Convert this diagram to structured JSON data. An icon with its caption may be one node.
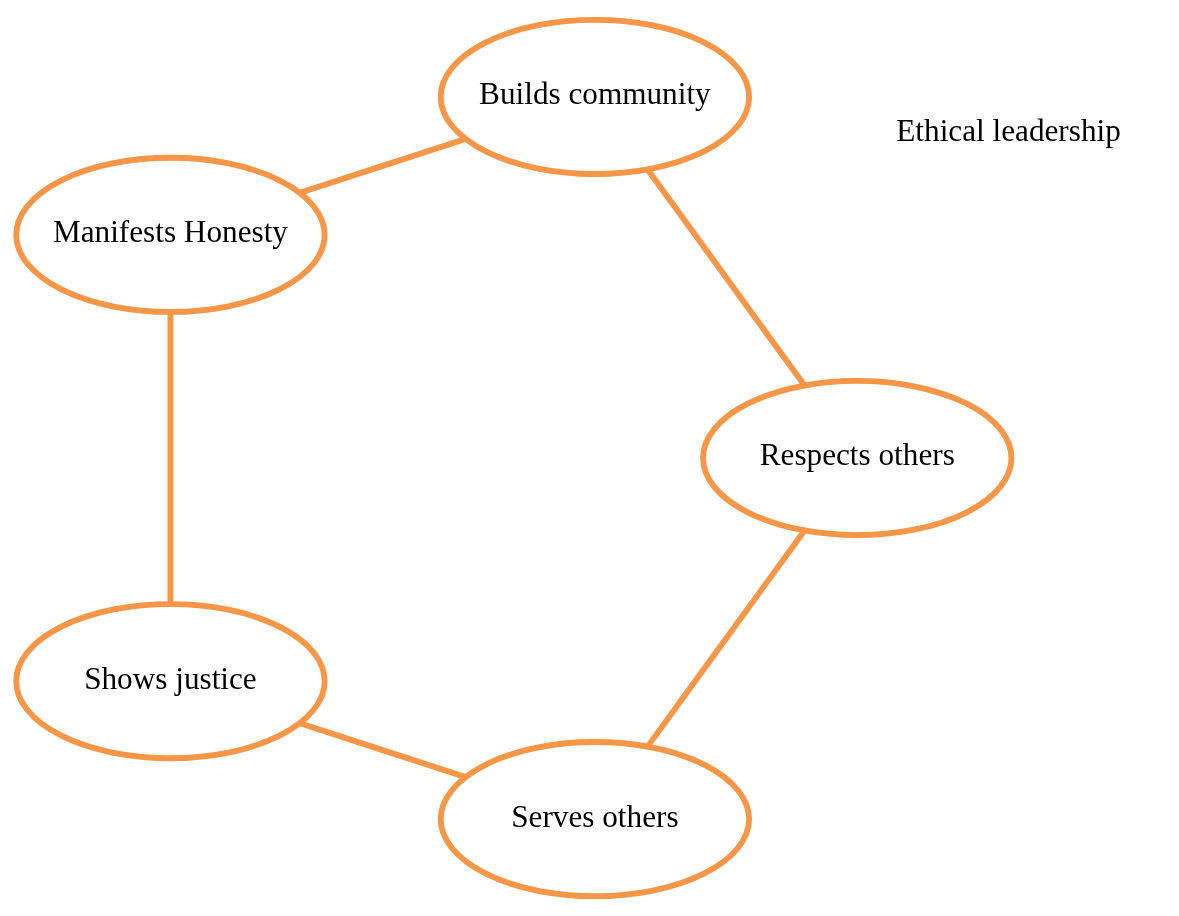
{
  "diagram": {
    "nodes": [
      {
        "text": [
          "Serves others"
        ]
      },
      {
        "text": [
          "Shows justice"
        ]
      },
      {
        "text": [
          "Respects others"
        ]
      },
      {
        "text": [
          "Manifests Honesty"
        ]
      },
      {
        "text": [
          "Builds community"
        ]
      }
    ],
    "edges": [
      {
        "from": 0,
        "to": 1,
        "arrow": "none"
      },
      {
        "from": 1,
        "to": 3,
        "arrow": "none"
      },
      {
        "from": 3,
        "to": 4,
        "arrow": "none"
      },
      {
        "from": 4,
        "to": 2,
        "arrow": "none"
      },
      {
        "from": 2,
        "to": 0,
        "arrow": "none"
      }
    ],
    "labels": [
      "Ethical leadership"
    ]
  }
}
